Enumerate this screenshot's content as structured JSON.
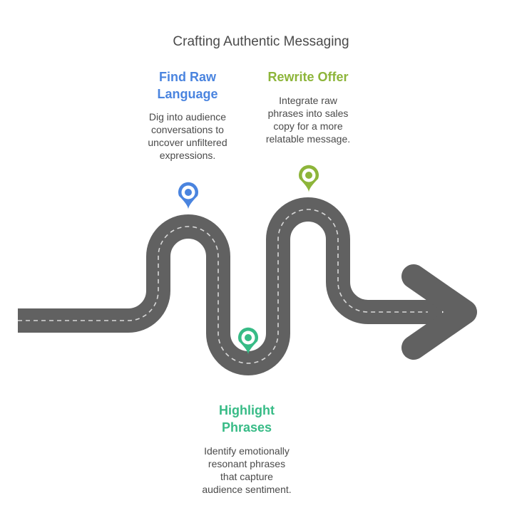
{
  "title": "Crafting Authentic Messaging",
  "colors": {
    "road": "#616161",
    "road_dash": "#d8d8d8",
    "step1": "#4a84df",
    "step2": "#8db53a",
    "step3": "#37bb86"
  },
  "steps": [
    {
      "title": "Find Raw\nLanguage",
      "description": "Dig into audience\nconversations to\nuncover unfiltered\nexpressions.",
      "icon": "location-pin-icon"
    },
    {
      "title": "Rewrite Offer",
      "description": "Integrate raw\nphrases into sales\ncopy for a more\nrelatable message.",
      "icon": "location-pin-icon"
    },
    {
      "title": "Highlight\nPhrases",
      "description": "Identify emotionally\nresonant phrases\nthat capture\naudience sentiment.",
      "icon": "location-pin-icon"
    }
  ]
}
